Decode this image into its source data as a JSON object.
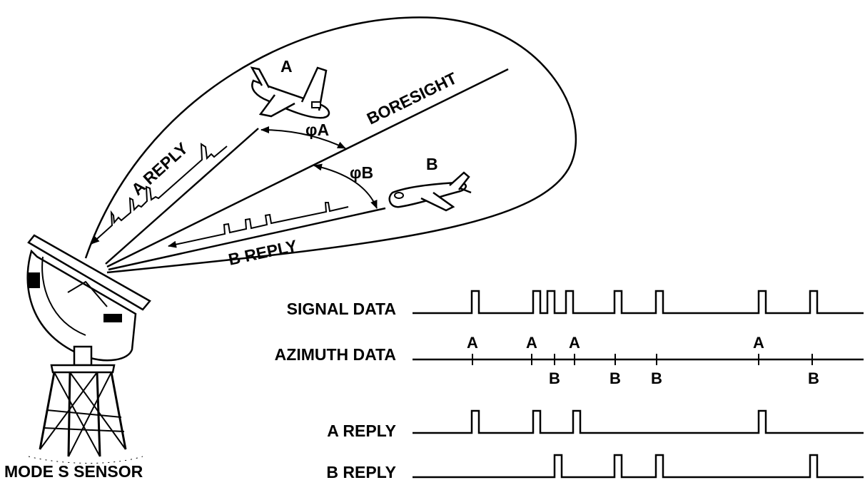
{
  "labels": {
    "boresight": "BORESIGHT",
    "aircraft_a": "A",
    "aircraft_b": "B",
    "phi_a": "φA",
    "phi_b": "φB",
    "a_reply": "A REPLY",
    "b_reply": "B REPLY",
    "sensor": "MODE S SENSOR"
  },
  "timing": {
    "rows": [
      {
        "id": "signal",
        "label": "SIGNAL DATA"
      },
      {
        "id": "azimuth",
        "label": "AZIMUTH DATA"
      },
      {
        "id": "a_reply",
        "label": "A REPLY"
      },
      {
        "id": "b_reply",
        "label": "B REPLY"
      }
    ],
    "a_marker": "A",
    "b_marker": "B"
  }
}
